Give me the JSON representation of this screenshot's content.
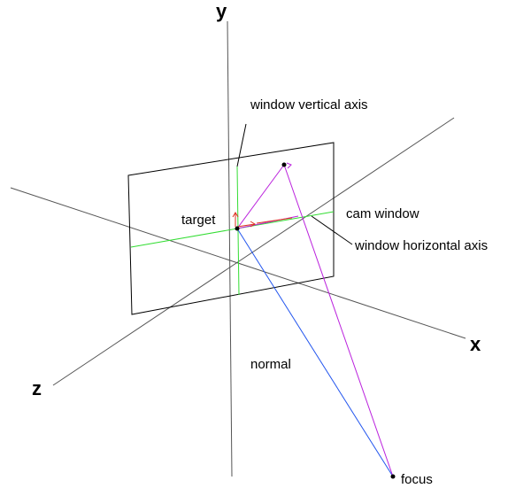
{
  "axes": {
    "x_label": "x",
    "y_label": "y",
    "z_label": "z"
  },
  "labels": {
    "window_vertical_axis": "window vertical axis",
    "target": "target",
    "cam_window": "cam window",
    "window_horizontal_axis": "window horizontal axis",
    "normal": "normal",
    "focus": "focus"
  },
  "colors": {
    "axis": "#555555",
    "window_frame": "#000000",
    "window_axes": "#33dd33",
    "normal": "#2255ee",
    "ray": "#bb22dd",
    "small_vectors": "#dd3322"
  }
}
